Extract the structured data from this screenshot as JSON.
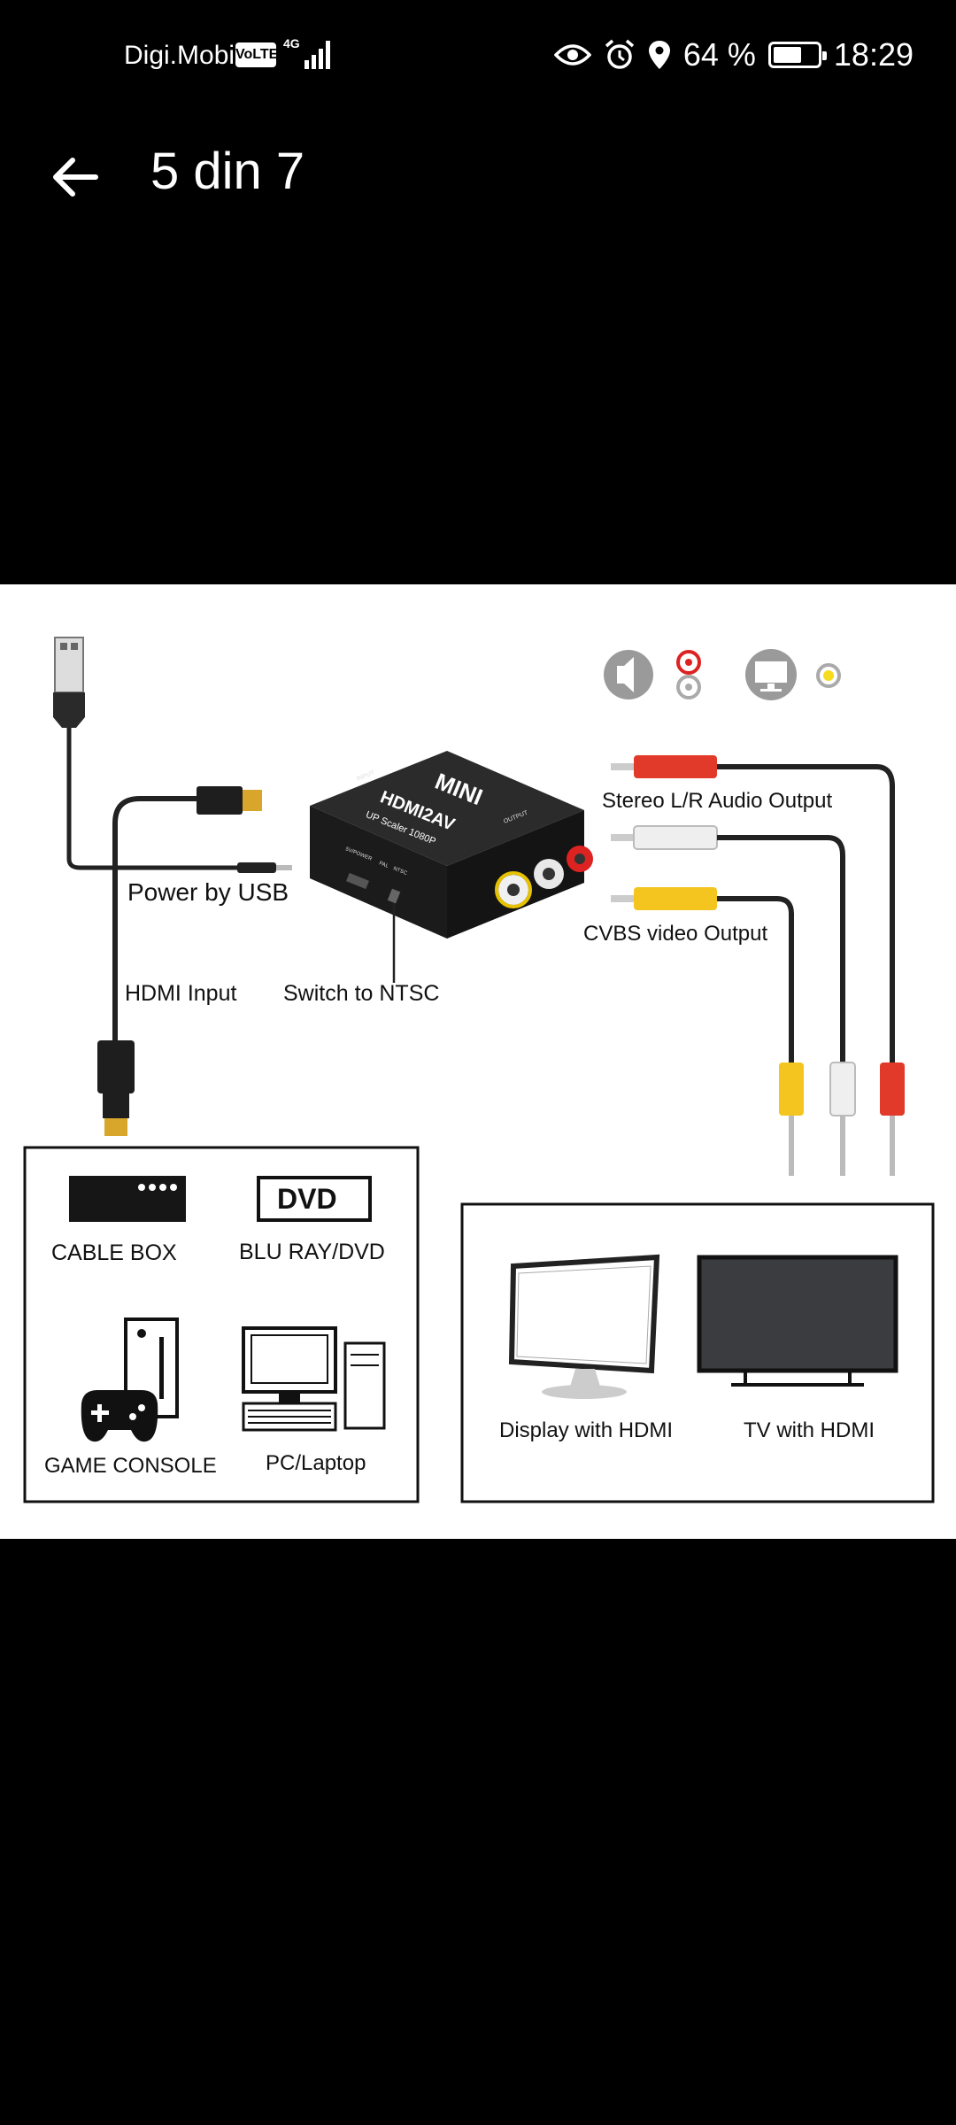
{
  "status_bar": {
    "carrier": "Digi.Mobil",
    "volte": "VoLTE",
    "network": "4G",
    "battery_text": "64 %",
    "battery_level": 0.64,
    "time": "18:29",
    "icons": [
      "eye-icon",
      "alarm-icon",
      "location-icon",
      "battery-icon"
    ]
  },
  "header": {
    "back_icon": "arrow-left-icon",
    "title": "5 din 7"
  },
  "image": {
    "labels": {
      "power_usb": "Power by USB",
      "hdmi_input": "HDMI Input",
      "switch_ntsc": "Switch to NTSC",
      "stereo_output": "Stereo L/R Audio Output",
      "cvbs_output": "CVBS video Output",
      "device_brand": "MINI",
      "device_model": "HDMI2AV",
      "device_sub": "UP Scaler 1080P",
      "port_power": "5V/POWER",
      "port_pal": "PAL",
      "port_ntsc": "NTSC",
      "port_input": "INPUT",
      "port_output": "OUTPUT"
    },
    "sources": [
      {
        "label": "CABLE BOX",
        "icon": "cable-box-icon"
      },
      {
        "label": "BLU RAY/DVD",
        "icon": "dvd-icon",
        "badge": "DVD"
      },
      {
        "label": "GAME CONSOLE",
        "icon": "game-console-icon"
      },
      {
        "label": "PC/Laptop",
        "icon": "pc-icon"
      }
    ],
    "displays": [
      {
        "label": "Display with HDMI",
        "icon": "monitor-icon"
      },
      {
        "label": "TV with HDMI",
        "icon": "tv-icon"
      }
    ]
  }
}
